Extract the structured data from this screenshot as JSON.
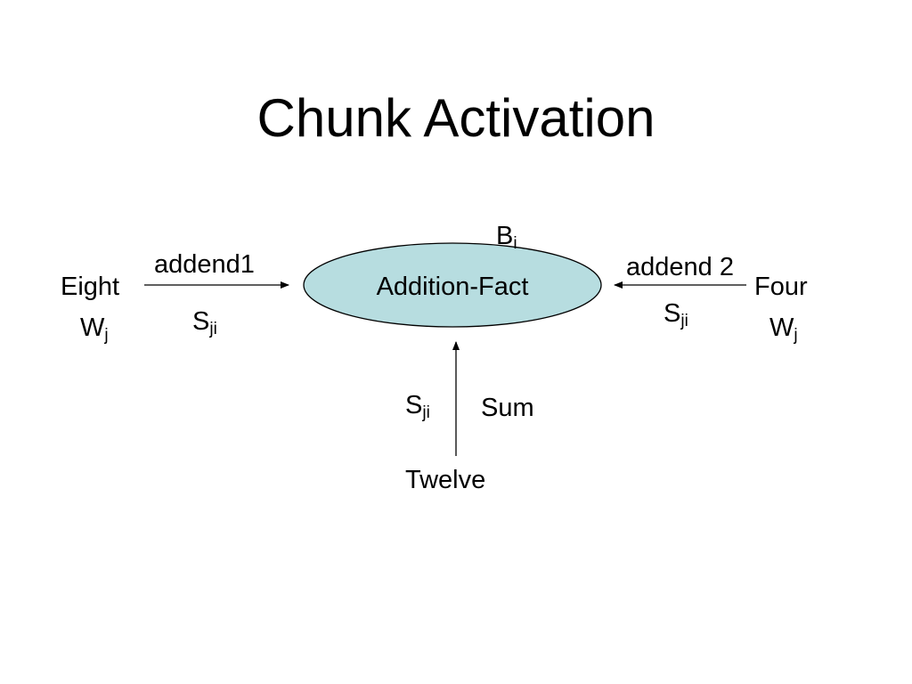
{
  "title": "Chunk Activation",
  "node": {
    "label": "Addition-Fact",
    "fill": "#b7dde0",
    "base_level": {
      "base": "B",
      "sub": "i"
    }
  },
  "sources": {
    "eight": {
      "label": "Eight",
      "weight": {
        "base": "W",
        "sub": "j"
      },
      "slot": "addend1",
      "strength": {
        "base": "S",
        "sub": "ji"
      }
    },
    "four": {
      "label": "Four",
      "weight": {
        "base": "W",
        "sub": "j"
      },
      "slot": "addend 2",
      "strength": {
        "base": "S",
        "sub": "ji"
      }
    },
    "twelve": {
      "label": "Twelve",
      "slot": "Sum",
      "strength": {
        "base": "S",
        "sub": "ji"
      }
    }
  }
}
